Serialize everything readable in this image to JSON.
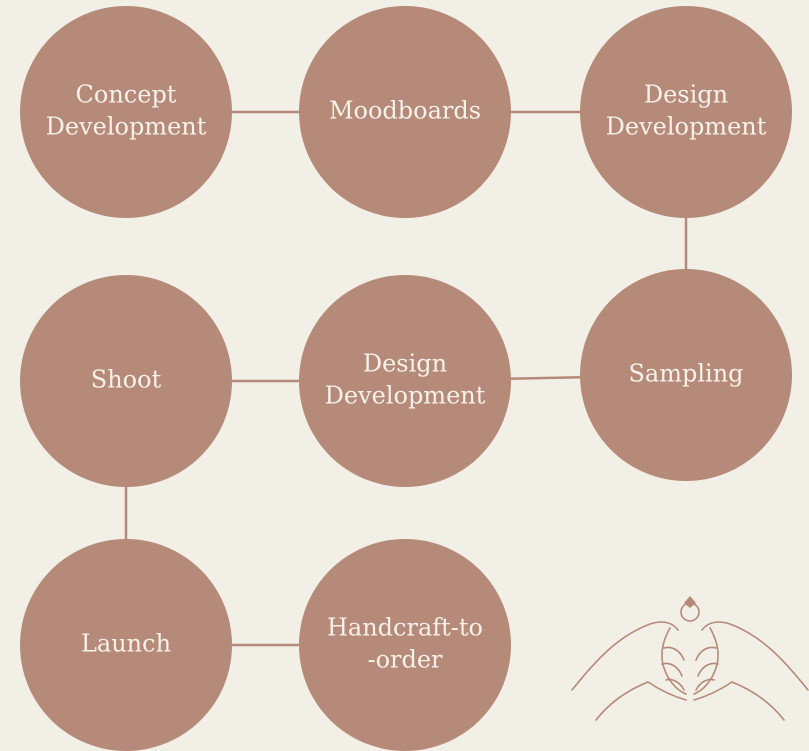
{
  "colors": {
    "background": "#f2efe6",
    "node": "#b58a78",
    "node_text": "#f8f1ea",
    "line": "#b58a78"
  },
  "nodes": [
    {
      "id": "concept-development",
      "lines": [
        "Concept",
        "Development"
      ]
    },
    {
      "id": "moodboards",
      "lines": [
        "Moodboards"
      ]
    },
    {
      "id": "design-development-1",
      "lines": [
        "Design",
        "Development"
      ]
    },
    {
      "id": "sampling",
      "lines": [
        "Sampling"
      ]
    },
    {
      "id": "design-development-2",
      "lines": [
        "Design",
        "Development"
      ]
    },
    {
      "id": "shoot",
      "lines": [
        "Shoot"
      ]
    },
    {
      "id": "launch",
      "lines": [
        "Launch"
      ]
    },
    {
      "id": "handcraft-to-order",
      "lines": [
        "Handcraft-to",
        "-order"
      ]
    }
  ],
  "edges": [
    [
      "concept-development",
      "moodboards"
    ],
    [
      "moodboards",
      "design-development-1"
    ],
    [
      "design-development-1",
      "sampling"
    ],
    [
      "sampling",
      "design-development-2"
    ],
    [
      "design-development-2",
      "shoot"
    ],
    [
      "shoot",
      "launch"
    ],
    [
      "launch",
      "handcraft-to-order"
    ]
  ],
  "decoration": {
    "icon": "hands-holding-ring-icon"
  }
}
